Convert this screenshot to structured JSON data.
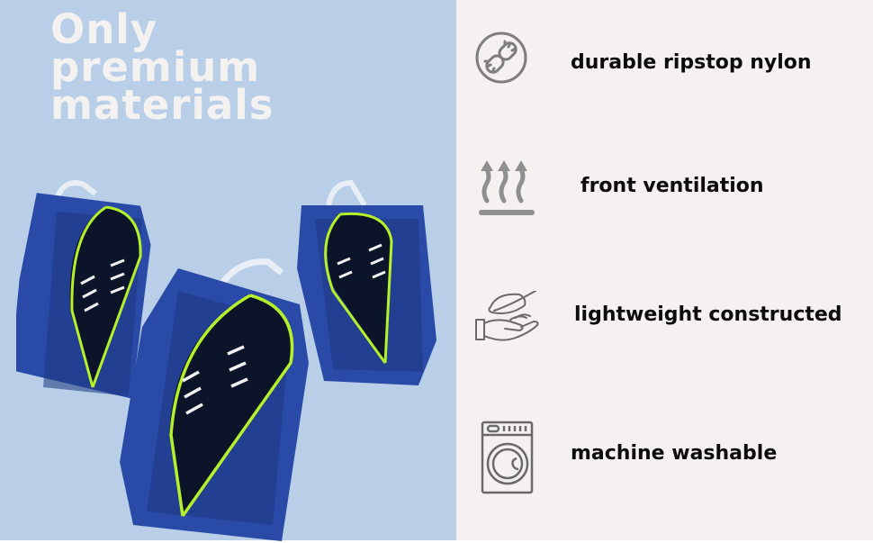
{
  "headline": {
    "lines": [
      "Only",
      "premium",
      "materials"
    ],
    "color": "#f4f1f1"
  },
  "colors": {
    "left_background": "#b9cfe8",
    "right_background": "#f5f1f0",
    "icon_gray": "#7d7d7d",
    "bag_blue": "#2a4aa8",
    "zipper_green": "#b6f02a",
    "text": "#0c0c0c"
  },
  "features": [
    {
      "icon": "broken-link-icon",
      "label": "durable ripstop nylon"
    },
    {
      "icon": "heat-rising-arrows-icon",
      "label": "front ventilation"
    },
    {
      "icon": "feather-hand-icon",
      "label": "lightweight constructed"
    },
    {
      "icon": "washing-machine-icon",
      "label": "machine washable"
    }
  ],
  "product_image": {
    "description": "Three blue mesh shoe bags with green zippers containing black sneakers",
    "count": 3
  }
}
